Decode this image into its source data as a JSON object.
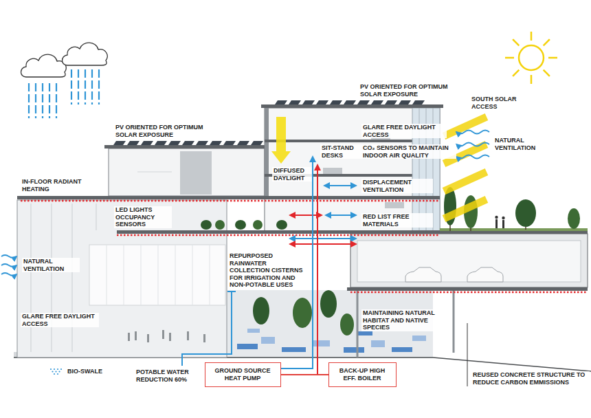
{
  "diagram": {
    "nodes": [
      {
        "text": [
          "GROUND SOURCE HEAT PUMP"
        ]
      },
      {
        "text": [
          "BACK-UP HIGH EFF. BOILER"
        ]
      }
    ],
    "edges": [
      {
        "from": 0,
        "to": 1,
        "arrow": "none"
      }
    ],
    "labels": [
      "PV ORIENTED FOR OPTIMUM SOLAR EXPOSURE",
      "SOUTH SOLAR ACCESS",
      "PV ORIENTED FOR OPTIMUM SOLAR EXPOSURE",
      "GLARE FREE DAYLIGHT ACCESS",
      "NATURAL VENTILATION",
      "SIT-STAND DESKS",
      "CO₂ SENSORS TO MAINTAIN INDOOR AIR QUALITY",
      "DIFFUSED DAYLIGHT",
      "IN-FLOOR RADIANT HEATING",
      "DISPLACEMENT VENTILATION",
      "LED LIGHTS OCCUPANCY SENSORS",
      "RED LIST FREE MATERIALS",
      "REPURPOSED RAINWATER COLLECTION CISTERNS FOR IRRIGATION AND NON-POTABLE USES",
      "NATURAL VENTILATION",
      "MAINTAINING NATURAL HABITAT AND NATIVE SPECIES",
      "GLARE FREE DAYLIGHT ACCESS",
      "POTABLE WATER REDUCTION 60%",
      "REUSED CONCRETE STRUCTURE TO REDUCE CARBON EMMISSIONS"
    ],
    "legend": [
      {
        "text": "BIO-SWALE"
      }
    ]
  }
}
